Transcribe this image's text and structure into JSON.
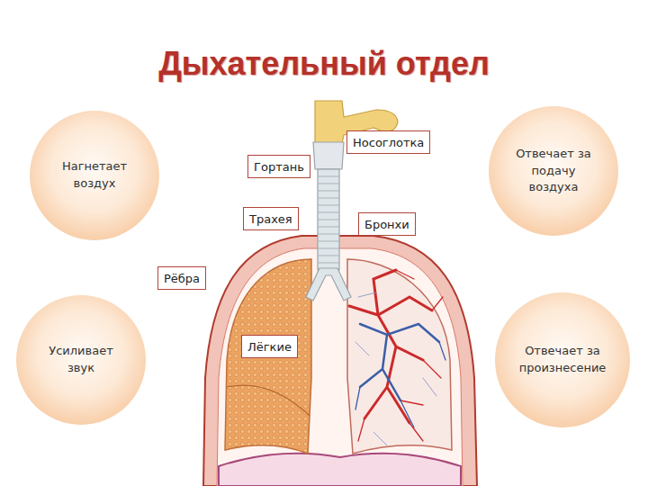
{
  "diagram": {
    "title": "Дыхательный отдел",
    "nodes": [
      {
        "text": [
          "Нагнетает воздух"
        ]
      },
      {
        "text": [
          "Носоглотка"
        ]
      },
      {
        "text": [
          "Гортань"
        ]
      },
      {
        "text": [
          "Отвечает за подачу воздуха"
        ]
      },
      {
        "text": [
          "Трахея"
        ]
      },
      {
        "text": [
          "Бронхи"
        ]
      },
      {
        "text": [
          "Рёбра"
        ]
      },
      {
        "text": [
          "Усиливает звук"
        ]
      },
      {
        "text": [
          "Лёгкие"
        ]
      },
      {
        "text": [
          "Отвечает за произнесение"
        ]
      }
    ]
  }
}
